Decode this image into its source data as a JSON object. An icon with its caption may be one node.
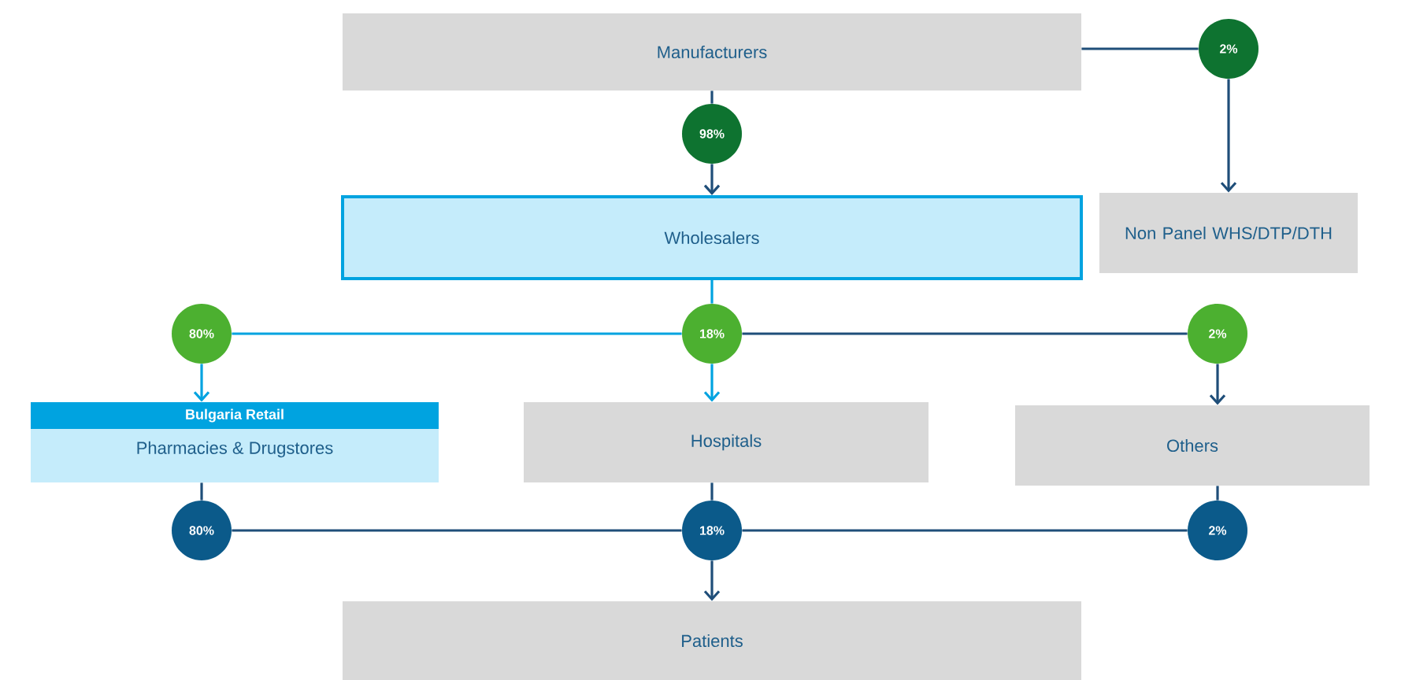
{
  "diagram": {
    "nodes": [
      {
        "text": [
          "Manufacturers"
        ]
      },
      {
        "text": [
          "98%"
        ]
      },
      {
        "text": [
          "2%"
        ]
      },
      {
        "text": [
          "Non Panel WHS/DTP/DTH"
        ]
      },
      {
        "text": [
          "Wholesalers"
        ]
      },
      {
        "text": [
          "80%"
        ]
      },
      {
        "text": [
          "18%"
        ]
      },
      {
        "text": [
          "2%"
        ]
      },
      {
        "text": [
          "Bulgaria Retail",
          "Pharmacies & Drugstores"
        ]
      },
      {
        "text": [
          "Hospitals"
        ]
      },
      {
        "text": [
          "Others"
        ]
      },
      {
        "text": [
          "80%"
        ]
      },
      {
        "text": [
          "18%"
        ]
      },
      {
        "text": [
          "2%"
        ]
      },
      {
        "text": [
          "Patients"
        ]
      }
    ],
    "edges": [
      {
        "from": 0,
        "to": 1,
        "arrow": "none"
      },
      {
        "from": 1,
        "to": 4,
        "arrow": "to"
      },
      {
        "from": 0,
        "to": 2,
        "arrow": "none"
      },
      {
        "from": 2,
        "to": 3,
        "arrow": "to"
      },
      {
        "from": 4,
        "to": 6,
        "arrow": "none",
        "color": "#00a3e0"
      },
      {
        "from": 6,
        "to": 5,
        "arrow": "none",
        "color": "#00a3e0"
      },
      {
        "from": 6,
        "to": 7,
        "arrow": "none"
      },
      {
        "from": 5,
        "to": 8,
        "arrow": "to",
        "color": "#00a3e0"
      },
      {
        "from": 6,
        "to": 9,
        "arrow": "to",
        "color": "#00a3e0"
      },
      {
        "from": 7,
        "to": 10,
        "arrow": "to"
      },
      {
        "from": 8,
        "to": 11,
        "arrow": "none"
      },
      {
        "from": 9,
        "to": 12,
        "arrow": "none"
      },
      {
        "from": 10,
        "to": 13,
        "arrow": "none"
      },
      {
        "from": 11,
        "to": 12,
        "arrow": "none"
      },
      {
        "from": 13,
        "to": 12,
        "arrow": "none"
      },
      {
        "from": 12,
        "to": 14,
        "arrow": "to"
      }
    ]
  }
}
